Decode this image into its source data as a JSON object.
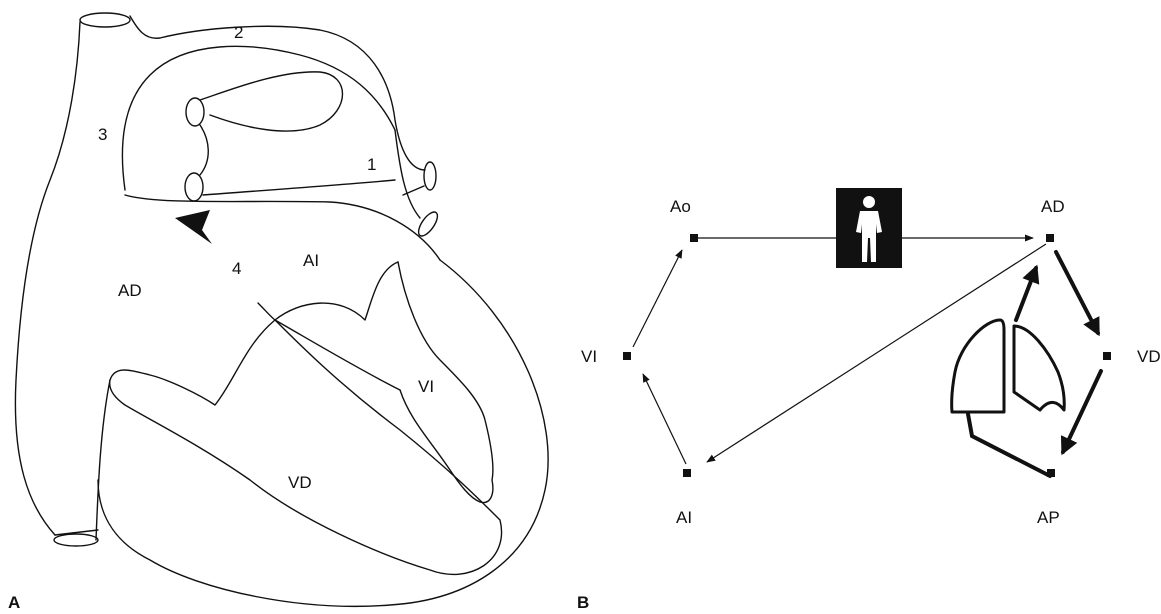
{
  "panel_a": {
    "letter": "A",
    "labels": {
      "n1": "1",
      "n2": "2",
      "n3": "3",
      "n4": "4",
      "ad": "AD",
      "ai": "AI",
      "vi": "VI",
      "vd": "VD"
    }
  },
  "panel_b": {
    "letter": "B",
    "nodes": {
      "ao": "Ao",
      "ad": "AD",
      "vi": "VI",
      "vd": "VD",
      "ai": "AI",
      "ap": "AP"
    },
    "icons": {
      "body": "human-figure-icon",
      "lungs": "lungs-icon"
    }
  },
  "colors": {
    "ink": "#111111",
    "background": "#ffffff"
  }
}
